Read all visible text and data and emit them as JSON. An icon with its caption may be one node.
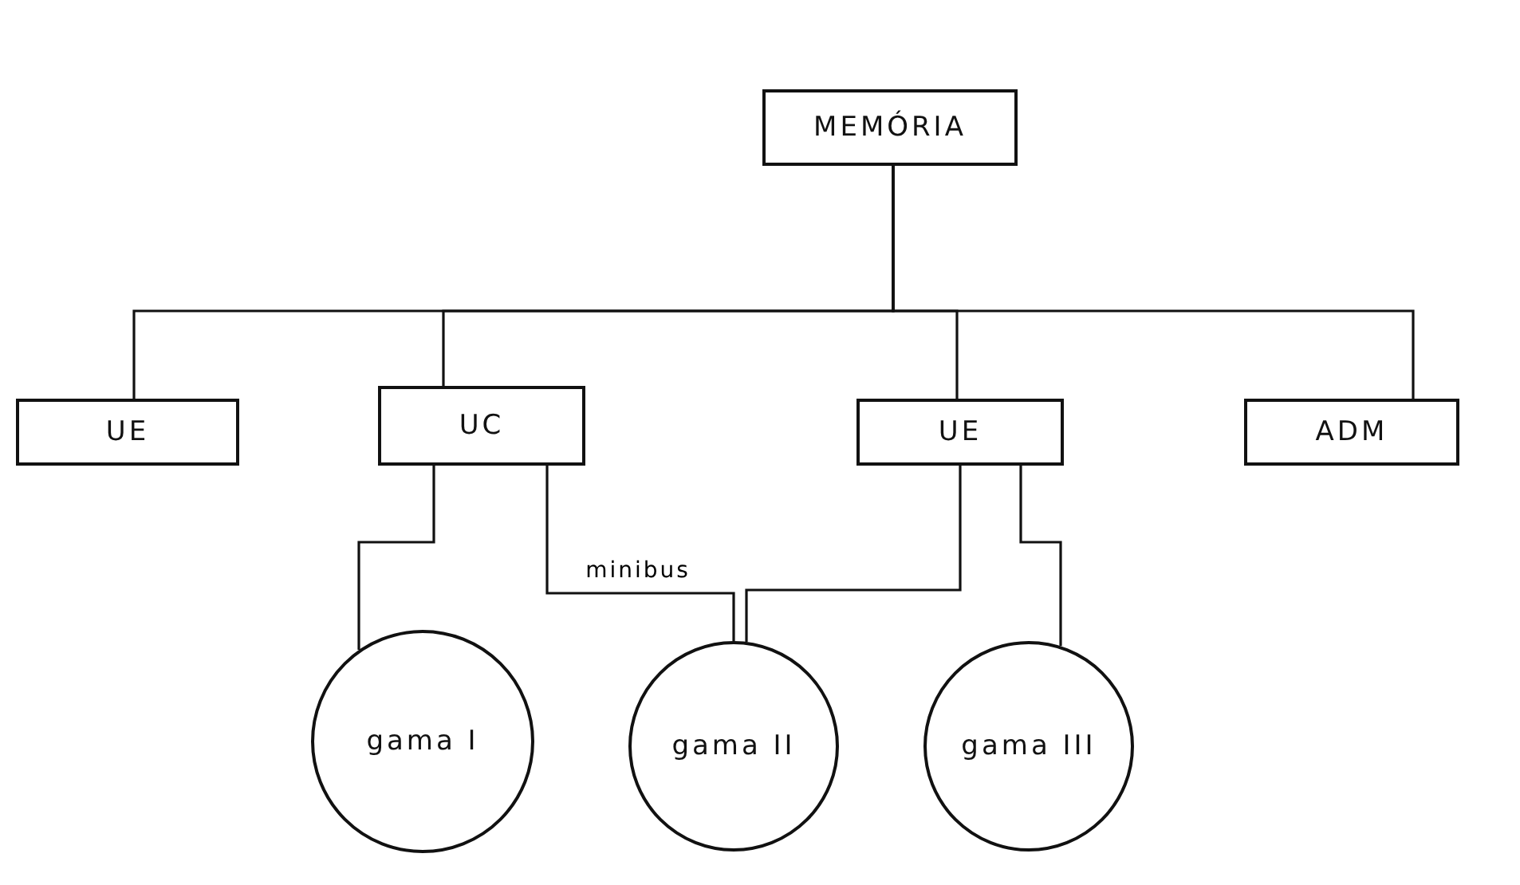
{
  "diagram": {
    "nodes": [
      {
        "text": [
          "MEMÓRIA"
        ]
      },
      {
        "text": [
          "UE"
        ]
      },
      {
        "text": [
          "UC"
        ]
      },
      {
        "text": [
          "UE"
        ]
      },
      {
        "text": [
          "ADM"
        ]
      },
      {
        "text": [
          "gama I"
        ]
      },
      {
        "text": [
          "gama II"
        ]
      },
      {
        "text": [
          "gama III"
        ]
      }
    ],
    "edges": [
      {
        "from": 0,
        "to": 1,
        "arrow": "none"
      },
      {
        "from": 0,
        "to": 2,
        "arrow": "none"
      },
      {
        "from": 0,
        "to": 3,
        "arrow": "none"
      },
      {
        "from": 0,
        "to": 4,
        "arrow": "none"
      },
      {
        "from": 2,
        "to": 5,
        "arrow": "none"
      },
      {
        "from": 2,
        "to": 6,
        "arrow": "none",
        "label": "minibus"
      },
      {
        "from": 3,
        "to": 6,
        "arrow": "none"
      },
      {
        "from": 3,
        "to": 7,
        "arrow": "none"
      }
    ]
  }
}
